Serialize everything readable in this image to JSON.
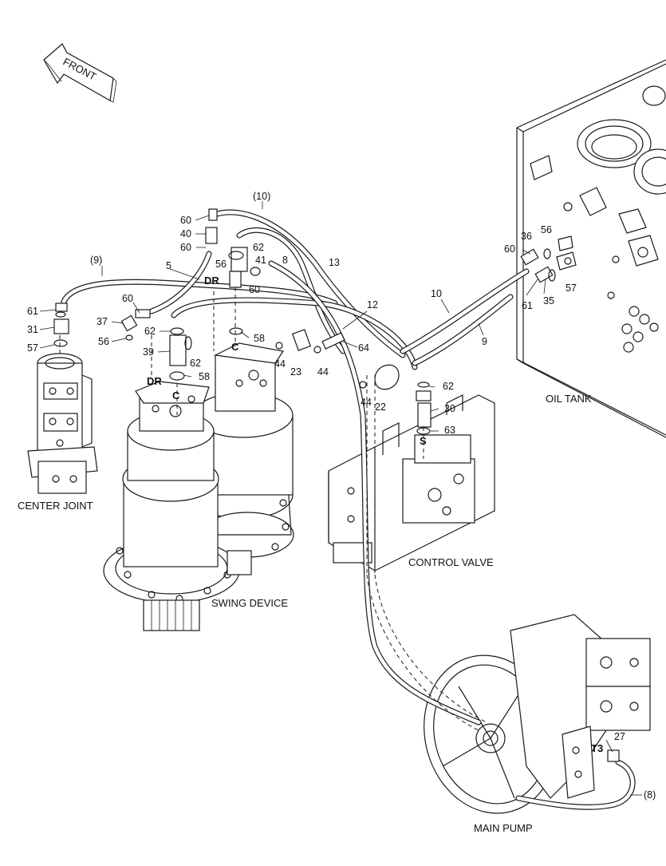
{
  "direction_label": "FRONT",
  "components": {
    "center_joint": "CENTER JOINT",
    "swing_device": "SWING DEVICE",
    "control_valve": "CONTROL VALVE",
    "oil_tank": "OIL TANK",
    "main_pump": "MAIN PUMP"
  },
  "ports": {
    "dr_upper": "DR",
    "c_upper": "C",
    "dr_lower": "DR",
    "c_lower": "C",
    "s": "S",
    "t3": "T3"
  },
  "part_numbers": {
    "p10_ref": "(10)",
    "p60_a": "60",
    "p40": "40",
    "p60_b": "60",
    "p62_a": "62",
    "p41": "41",
    "p60_c": "60",
    "p56_a": "56",
    "p8": "8",
    "p13": "13",
    "p5": "5",
    "p9_ref": "(9)",
    "p61_a": "61",
    "p31": "31",
    "p57_a": "57",
    "p60_d": "60",
    "p37": "37",
    "p56_b": "56",
    "p62_b": "62",
    "p39": "39",
    "p62_c": "62",
    "p58_a": "58",
    "p58_b": "58",
    "p12": "12",
    "p64": "64",
    "p44_a": "44",
    "p23": "23",
    "p44_b": "44",
    "p44_c": "44",
    "p22": "22",
    "p62_d": "62",
    "p30": "30",
    "p63": "63",
    "p10": "10",
    "p9": "9",
    "p60_e": "60",
    "p36": "36",
    "p56_c": "56",
    "p61_b": "61",
    "p35": "35",
    "p57_b": "57",
    "p27": "27",
    "p8_ref": "(8)"
  }
}
